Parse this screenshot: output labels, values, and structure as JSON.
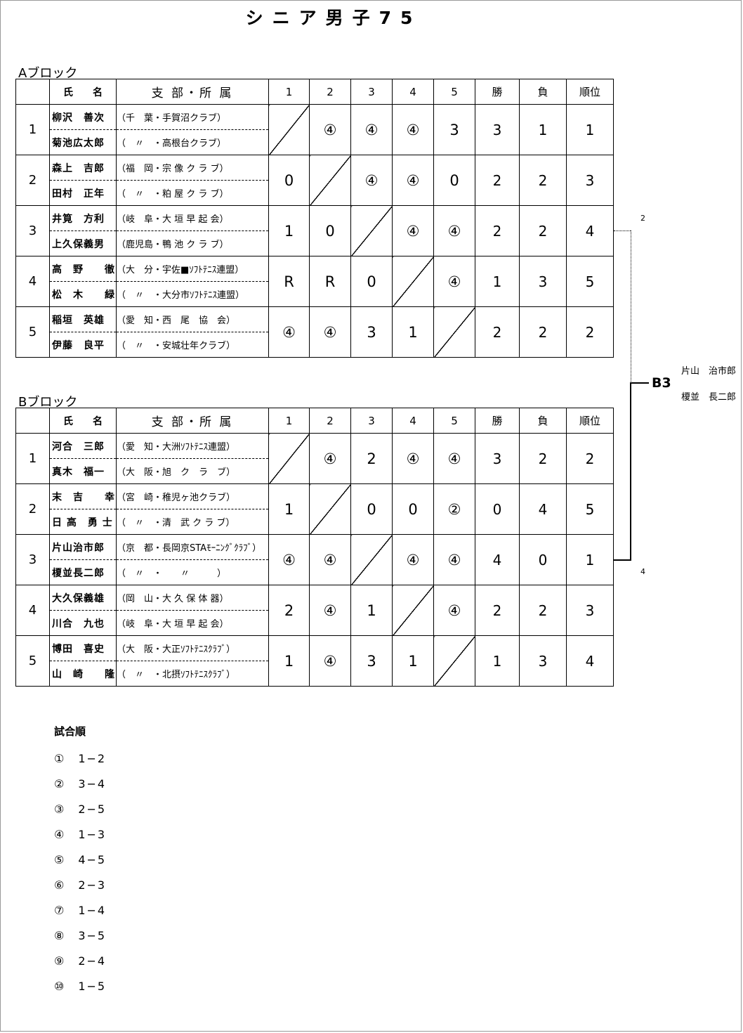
{
  "title": "シニア男子75",
  "blocks": [
    {
      "label": "Aブロック",
      "header": {
        "name": "氏　　名",
        "affiliation": "支 部・所 属",
        "cols": [
          "1",
          "2",
          "3",
          "4",
          "5"
        ],
        "wins": "勝",
        "losses": "負",
        "rank": "順位"
      },
      "rows": [
        {
          "no": "1",
          "p1": "柳沢　善次",
          "p2": "菊池広太郎",
          "a1": "（千　葉・手賀沼クラブ）",
          "a2": "（　〃　・高根台クラブ）",
          "results": [
            "",
            "④",
            "④",
            "④",
            "3"
          ],
          "wins": "3",
          "losses": "1",
          "rank": "1"
        },
        {
          "no": "2",
          "p1": "森上　吉郎",
          "p2": "田村　正年",
          "a1": "（福　岡・宗 像 ク ラ ブ）",
          "a2": "（　〃　・粕 屋 ク ラ ブ）",
          "results": [
            "0",
            "",
            "④",
            "④",
            "0"
          ],
          "wins": "2",
          "losses": "2",
          "rank": "3"
        },
        {
          "no": "3",
          "p1": "井筧　方利",
          "p2": "上久保義男",
          "a1": "（岐　阜・大 垣 早 起 会）",
          "a2": "（鹿児島・鴨 池 ク ラ ブ）",
          "results": [
            "1",
            "0",
            "",
            "④",
            "④"
          ],
          "wins": "2",
          "losses": "2",
          "rank": "4"
        },
        {
          "no": "4",
          "p1": "高　野　　徹",
          "p2": "松　木　　緑",
          "a1": "（大　分・宇佐■ｿﾌﾄﾃﾆｽ連盟）",
          "a2": "（　〃　・大分市ｿﾌﾄﾃﾆｽ連盟）",
          "results": [
            "R",
            "R",
            "0",
            "",
            "④"
          ],
          "wins": "1",
          "losses": "3",
          "rank": "5"
        },
        {
          "no": "5",
          "p1": "稲垣　英雄",
          "p2": "伊藤　良平",
          "a1": "（愛　知・西　尾　協　会）",
          "a2": "（　〃　・安城壮年クラブ）",
          "results": [
            "④",
            "④",
            "3",
            "1",
            ""
          ],
          "wins": "2",
          "losses": "2",
          "rank": "2"
        }
      ]
    },
    {
      "label": "Bブロック",
      "header": {
        "name": "氏　　名",
        "affiliation": "支 部・所 属",
        "cols": [
          "1",
          "2",
          "3",
          "4",
          "5"
        ],
        "wins": "勝",
        "losses": "負",
        "rank": "順位"
      },
      "rows": [
        {
          "no": "1",
          "p1": "河合　三郎",
          "p2": "真木　福一",
          "a1": "（愛　知・大洲ｿﾌﾄﾃﾆｽ連盟）",
          "a2": "（大　阪・旭　ク　ラ　ブ）",
          "results": [
            "",
            "④",
            "2",
            "④",
            "④"
          ],
          "wins": "3",
          "losses": "2",
          "rank": "2"
        },
        {
          "no": "2",
          "p1": "末　吉　　幸",
          "p2": "日 高　勇 士",
          "a1": "（宮　崎・稚児ヶ池クラブ）",
          "a2": "（　〃　・清　武 ク ラ ブ）",
          "results": [
            "1",
            "",
            "0",
            "0",
            "②"
          ],
          "wins": "0",
          "losses": "4",
          "rank": "5"
        },
        {
          "no": "3",
          "p1": "片山治市郎",
          "p2": "榎並長二郎",
          "a1": "（京　都・長岡京STAﾓｰﾆﾝｸﾞｸﾗﾌﾞ）",
          "a2": "（　〃　・　　〃　　　）",
          "results": [
            "④",
            "④",
            "",
            "④",
            "④"
          ],
          "wins": "4",
          "losses": "0",
          "rank": "1"
        },
        {
          "no": "4",
          "p1": "大久保義雄",
          "p2": "川合　九也",
          "a1": "（岡　山・大 久 保 体 器）",
          "a2": "（岐　阜・大 垣 早 起 会）",
          "results": [
            "2",
            "④",
            "1",
            "",
            "④"
          ],
          "wins": "2",
          "losses": "2",
          "rank": "3"
        },
        {
          "no": "5",
          "p1": "博田　喜史",
          "p2": "山　崎　　隆",
          "a1": "（大　阪・大正ｿﾌﾄﾃﾆｽｸﾗﾌﾞ）",
          "a2": "（　〃　・北摂ｿﾌﾄﾃﾆｽｸﾗﾌﾞ）",
          "results": [
            "1",
            "④",
            "3",
            "1",
            ""
          ],
          "wins": "1",
          "losses": "3",
          "rank": "4"
        }
      ]
    }
  ],
  "playoff": {
    "score_a": "2",
    "score_b": "4",
    "winner_code": "B3",
    "winner_names": [
      "片山　治市郎",
      "榎並　長二郎"
    ]
  },
  "match_order": {
    "title": "試合順",
    "items": [
      "①　1−2",
      "②　3−4",
      "③　2−5",
      "④　1−3",
      "⑤　4−5",
      "⑥　2−3",
      "⑦　1−4",
      "⑧　3−5",
      "⑨　2−4",
      "⑩　1−5"
    ]
  }
}
